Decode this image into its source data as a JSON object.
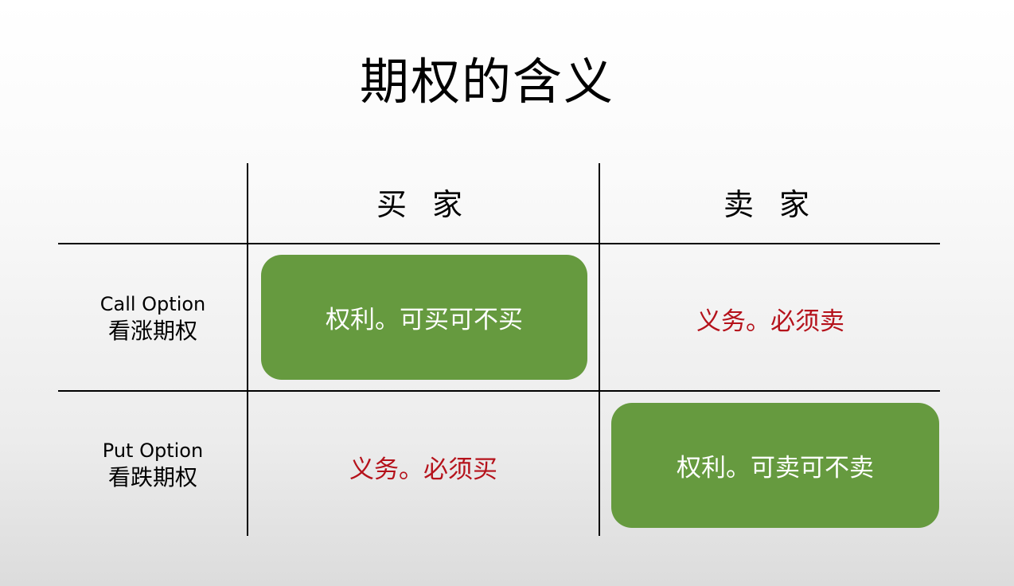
{
  "slide": {
    "title": "期权的含义"
  },
  "table": {
    "columns": [
      {
        "label": "买 家"
      },
      {
        "label": "卖 家"
      }
    ],
    "rows": [
      {
        "label_en": "Call Option",
        "label_zh": "看涨期权",
        "cells": [
          {
            "text": "权利。可买可不买",
            "style": "highlight-green"
          },
          {
            "text": "义务。必须卖",
            "style": "red-text"
          }
        ]
      },
      {
        "label_en": "Put Option",
        "label_zh": "看跌期权",
        "cells": [
          {
            "text": "义务。必须买",
            "style": "red-text"
          },
          {
            "text": "权利。可卖可不卖",
            "style": "highlight-green"
          }
        ]
      }
    ]
  },
  "colors": {
    "highlight_green": "#669a3f",
    "obligation_red": "#b5121b",
    "line": "#000000"
  }
}
